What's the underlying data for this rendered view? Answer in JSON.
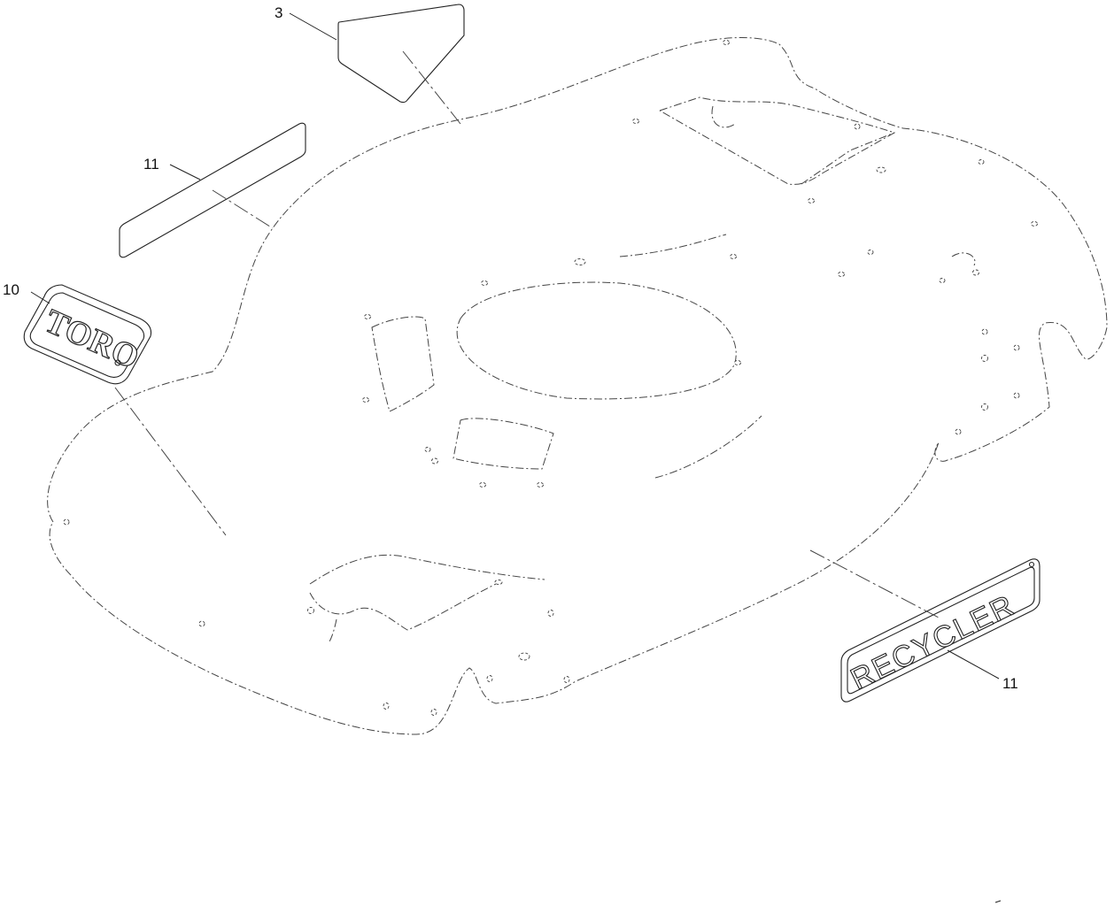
{
  "callouts": {
    "item_3": "3",
    "item_11_upper": "11",
    "item_10": "10",
    "item_11_lower": "11"
  },
  "decals": {
    "brand_logo_text": "TORO",
    "model_logo_text": "RECYCLER"
  }
}
